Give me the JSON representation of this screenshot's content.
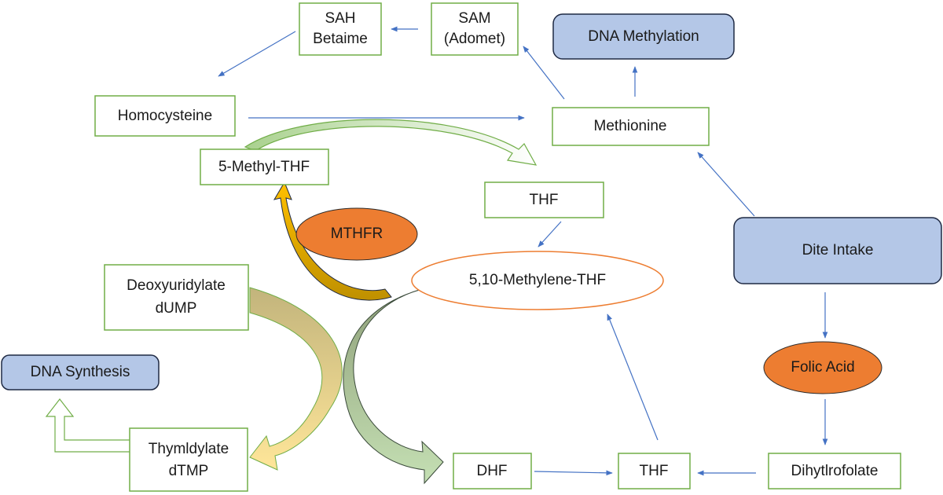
{
  "colors": {
    "box_border": "#70ad47",
    "blue_fill": "#b4c7e7",
    "orange_fill": "#ed7d31",
    "connector": "#4472c4"
  },
  "nodes": {
    "sah": {
      "line1": "SAH",
      "line2": "Betaime"
    },
    "sam": {
      "line1": "SAM",
      "line2": "(Adomet)"
    },
    "dna_methylation": "DNA Methylation",
    "homocysteine": "Homocysteine",
    "methionine": "Methionine",
    "methyl_thf": "5-Methyl-THF",
    "thf_top": "THF",
    "mthfr": "MTHFR",
    "methylene_thf": "5,10-Methylene-THF",
    "dite_intake": "Dite Intake",
    "deoxyuridylate": {
      "line1": "Deoxyuridylate",
      "line2": "dUMP"
    },
    "dna_synthesis": "DNA Synthesis",
    "folic_acid": "Folic Acid",
    "thymidylate": {
      "line1": "Thymldylate",
      "line2": "dTMP"
    },
    "dhf": "DHF",
    "thf_bottom": "THF",
    "dihydrofolate": "Dihytlrofolate"
  }
}
